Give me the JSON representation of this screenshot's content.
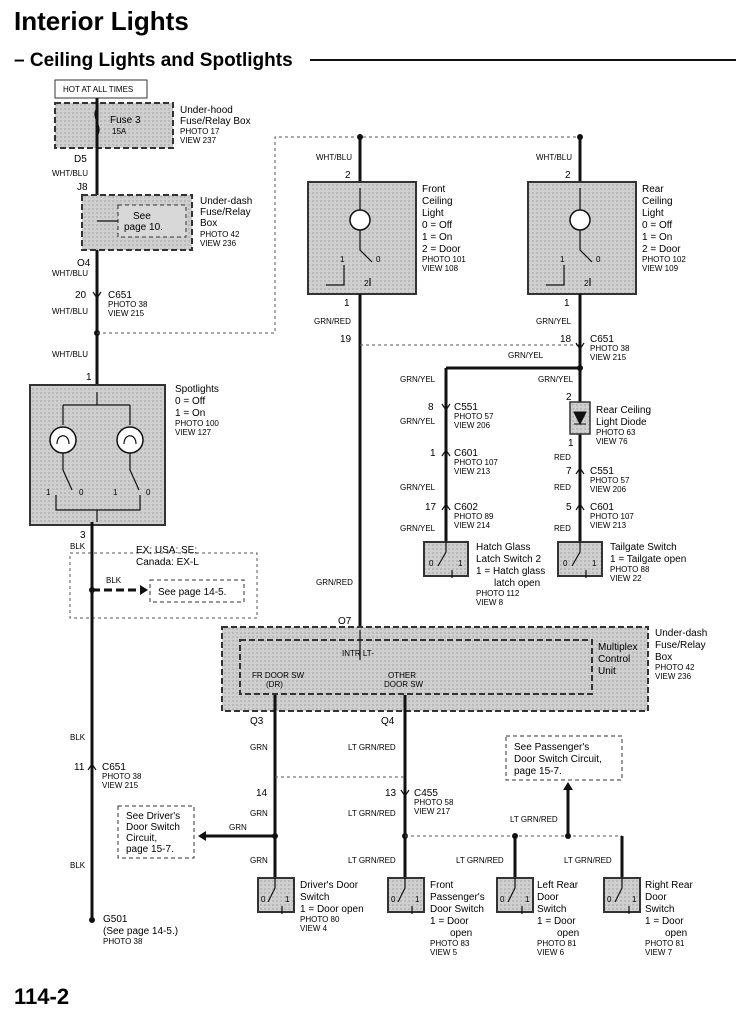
{
  "header": {
    "title": "Interior Lights",
    "subtitle": "– Ceiling Lights and Spotlights",
    "page_number": "114-2"
  },
  "hot_label": "HOT AT ALL TIMES",
  "underhood_box": {
    "l1": "Under-hood",
    "l2": "Fuse/Relay Box",
    "photo": "PHOTO 17",
    "view": "VIEW 237",
    "fuse": "Fuse 3",
    "amps": "15A"
  },
  "underdash_box1": {
    "l1": "Under-dash",
    "l2": "Fuse/Relay",
    "l3": "Box",
    "photo": "PHOTO 42",
    "view": "VIEW 236",
    "see1": "See",
    "see2": "page 10."
  },
  "left_circuit": {
    "d5": "D5",
    "wire1": "WHT/BLU",
    "j8": "J8",
    "o4": "O4",
    "wire2": "WHT/BLU",
    "pin20": "20",
    "c651": "C651",
    "c651_photo": "PHOTO 38",
    "c651_view": "VIEW 215",
    "wire3": "WHT/BLU",
    "wire4": "WHT/BLU"
  },
  "spotlights": {
    "pin1": "1",
    "title": "Spotlights",
    "s0": "0 = Off",
    "s1": "1 = On",
    "photo": "PHOTO 100",
    "view": "VIEW 127",
    "sw1": "1",
    "sw0": "0",
    "sw1b": "1",
    "sw0b": "0",
    "pin3": "3",
    "wire": "BLK"
  },
  "options_box": {
    "variant": "EX; USA: SE;",
    "variant2": "Canada: EX-L",
    "wire": "BLK",
    "see": "See page 14-5."
  },
  "ground": {
    "wire1": "BLK",
    "pin11": "11",
    "c651": "C651",
    "photo": "PHOTO 38",
    "view": "VIEW 215",
    "wire2": "BLK",
    "g": "G501",
    "see": "(See page 14-5.)",
    "gphoto": "PHOTO 38"
  },
  "front_light": {
    "wire_top": "WHT/BLU",
    "pin2": "2",
    "l1": "Front",
    "l2": "Ceiling",
    "l3": "Light",
    "s0": "0 = Off",
    "s1": "1 = On",
    "s2": "2 = Door",
    "photo": "PHOTO 101",
    "view": "VIEW 108",
    "sw1": "1",
    "sw0": "0",
    "sw2": "2",
    "pin1": "1",
    "wire": "GRN/RED",
    "pin19": "19",
    "wire2": "GRN/RED"
  },
  "rear_light": {
    "wire_top": "WHT/BLU",
    "pin2": "2",
    "l1": "Rear",
    "l2": "Ceiling",
    "l3": "Light",
    "s0": "0 = Off",
    "s1": "1 = On",
    "s2": "2 = Door",
    "photo": "PHOTO 102",
    "view": "VIEW 109",
    "sw1": "1",
    "sw0": "0",
    "sw2": "2",
    "pin1": "1",
    "wire": "GRN/YEL",
    "pin18": "18",
    "c651": "C651",
    "c651_photo": "PHOTO 38",
    "c651_view": "VIEW 215",
    "wire2": "GRN/YEL"
  },
  "hatch_branch": {
    "wire1": "GRN/YEL",
    "pin8": "8",
    "c551": "C551",
    "c551_photo": "PHOTO 57",
    "c551_view": "VIEW 206",
    "wire2": "GRN/YEL",
    "pin1": "1",
    "c601": "C601",
    "c601_photo": "PHOTO 107",
    "c601_view": "VIEW 213",
    "wire3": "GRN/YEL",
    "pin17": "17",
    "c602": "C602",
    "c602_photo": "PHOTO 89",
    "c602_view": "VIEW 214",
    "wire4": "GRN/YEL",
    "s1": "Hatch Glass",
    "s2": "Latch Switch 2",
    "s3": "1 = Hatch glass",
    "s4": "latch open",
    "photo": "PHOTO 112",
    "view": "VIEW 8",
    "sw0": "0",
    "sw1": "1"
  },
  "tailgate_branch": {
    "wire1": "GRN/YEL",
    "pin2": "2",
    "d1": "Rear Ceiling",
    "d2": "Light Diode",
    "d_photo": "PHOTO 63",
    "d_view": "VIEW 76",
    "pin1": "1",
    "wire2": "RED",
    "pin7": "7",
    "c551": "C551",
    "c551_photo": "PHOTO 57",
    "c551_view": "VIEW 206",
    "wire3": "RED",
    "pin5": "5",
    "c601": "C601",
    "c601_photo": "PHOTO 107",
    "c601_view": "VIEW 213",
    "wire4": "RED",
    "s1": "Tailgate Switch",
    "s2": "1 = Tailgate open",
    "photo": "PHOTO 88",
    "view": "VIEW 22",
    "sw0": "0",
    "sw1": "1"
  },
  "mpcu": {
    "wire": "GRN/RED",
    "o7": "O7",
    "intr": "INTR LT-",
    "fr1": "FR DOOR SW",
    "fr2": "(DR)",
    "oth1": "OTHER",
    "oth2": "DOOR SW",
    "u1": "Multiplex",
    "u2": "Control",
    "u3": "Unit",
    "b1": "Under-dash",
    "b2": "Fuse/Relay",
    "b3": "Box",
    "photo": "PHOTO 42",
    "view": "VIEW 236"
  },
  "door_circuits": {
    "q3": "Q3",
    "q4": "Q4",
    "grn1": "GRN",
    "ltgr1": "LT GRN/RED",
    "pin14": "14",
    "pin13": "13",
    "c455": "C455",
    "c455_photo": "PHOTO 58",
    "c455_view": "VIEW 217",
    "grn2": "GRN",
    "ltgr2": "LT GRN/RED",
    "grn3": "GRN",
    "ltgr3": "LT GRN/RED",
    "grn_branch": "GRN",
    "ltgr_top": "LT GRN/RED",
    "ltgr_lr": "LT GRN/RED",
    "ltgr_rr": "LT GRN/RED",
    "ref_driver": [
      "See Driver's",
      "Door Switch",
      "Circuit,",
      "page 15-7."
    ],
    "ref_pass": [
      "See Passenger's",
      "Door Switch Circuit,",
      "page 15-7."
    ]
  },
  "switches": [
    {
      "l1": "Driver's Door",
      "l2": "Switch",
      "l3": "1 = Door open",
      "l4": "",
      "photo": "PHOTO 80",
      "view": "VIEW 4"
    },
    {
      "l1": "Front",
      "l2": "Passenger's",
      "l3": "Door Switch",
      "l4": "1 = Door",
      "l5": "open",
      "photo": "PHOTO 83",
      "view": "VIEW 5"
    },
    {
      "l1": "Left Rear",
      "l2": "Door",
      "l3": "Switch",
      "l4": "1 = Door",
      "l5": "open",
      "photo": "PHOTO 81",
      "view": "VIEW 6"
    },
    {
      "l1": "Right Rear",
      "l2": "Door",
      "l3": "Switch",
      "l4": "1 = Door",
      "l5": "open",
      "photo": "PHOTO 81",
      "view": "VIEW 7"
    }
  ],
  "switch_pins": {
    "a": "0",
    "b": "1"
  }
}
